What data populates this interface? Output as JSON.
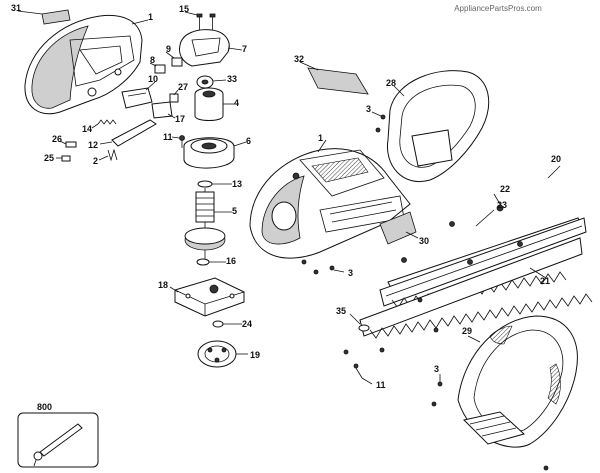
{
  "watermark": "AppliancePartsPros.com",
  "callouts": [
    {
      "id": "c31",
      "text": "31"
    },
    {
      "id": "c1a",
      "text": "1"
    },
    {
      "id": "c15",
      "text": "15"
    },
    {
      "id": "c9",
      "text": "9"
    },
    {
      "id": "c7",
      "text": "7"
    },
    {
      "id": "c8",
      "text": "8"
    },
    {
      "id": "c33",
      "text": "33"
    },
    {
      "id": "c10",
      "text": "10"
    },
    {
      "id": "c27",
      "text": "27"
    },
    {
      "id": "c4",
      "text": "4"
    },
    {
      "id": "c17",
      "text": "17"
    },
    {
      "id": "c14",
      "text": "14"
    },
    {
      "id": "c11a",
      "text": "11"
    },
    {
      "id": "c6",
      "text": "6"
    },
    {
      "id": "c12",
      "text": "12"
    },
    {
      "id": "c26",
      "text": "26"
    },
    {
      "id": "c2",
      "text": "2"
    },
    {
      "id": "c25",
      "text": "25"
    },
    {
      "id": "c13",
      "text": "13"
    },
    {
      "id": "c5",
      "text": "5"
    },
    {
      "id": "c16",
      "text": "16"
    },
    {
      "id": "c18",
      "text": "18"
    },
    {
      "id": "c24",
      "text": "24"
    },
    {
      "id": "c19",
      "text": "19"
    },
    {
      "id": "c800",
      "text": "800"
    },
    {
      "id": "c32",
      "text": "32"
    },
    {
      "id": "c28",
      "text": "28"
    },
    {
      "id": "c3a",
      "text": "3"
    },
    {
      "id": "c1b",
      "text": "1"
    },
    {
      "id": "c20",
      "text": "20"
    },
    {
      "id": "c22",
      "text": "22"
    },
    {
      "id": "c23",
      "text": "23"
    },
    {
      "id": "c30",
      "text": "30"
    },
    {
      "id": "c3b",
      "text": "3"
    },
    {
      "id": "c21",
      "text": "21"
    },
    {
      "id": "c35",
      "text": "35"
    },
    {
      "id": "c29",
      "text": "29"
    },
    {
      "id": "c3c",
      "text": "3"
    },
    {
      "id": "c11b",
      "text": "11"
    }
  ]
}
